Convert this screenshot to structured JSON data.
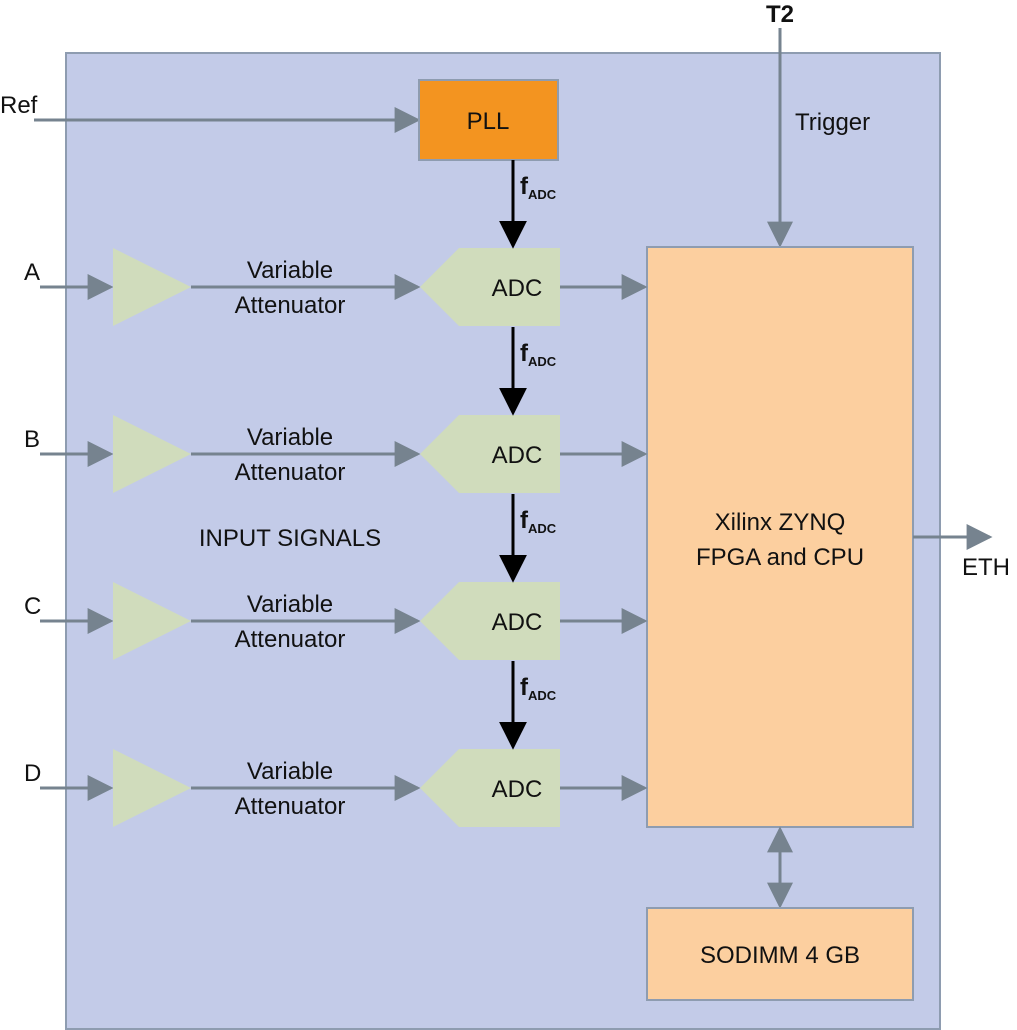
{
  "colors": {
    "panel_fill": "#c3cbe8",
    "panel_stroke": "#8e9cb0",
    "pll_fill": "#f39420",
    "fpga_fill": "#fccf9f",
    "sodimm_fill": "#fccf9f",
    "amp_fill": "#d0dcbc",
    "gray_line": "#76838f",
    "clock_line": "#000000"
  },
  "external": {
    "ref_label": "Ref",
    "t2_label": "T2",
    "eth_label": "ETH"
  },
  "pll": {
    "label": "PLL"
  },
  "trigger": {
    "label": "Trigger"
  },
  "clock": {
    "f_main": "f",
    "f_sub": "ADC"
  },
  "input_signals_label": "INPUT SIGNALS",
  "channels": [
    {
      "input_label": "A",
      "attenuator_line1": "Variable",
      "attenuator_line2": "Attenuator",
      "adc_label": "ADC"
    },
    {
      "input_label": "B",
      "attenuator_line1": "Variable",
      "attenuator_line2": "Attenuator",
      "adc_label": "ADC"
    },
    {
      "input_label": "C",
      "attenuator_line1": "Variable",
      "attenuator_line2": "Attenuator",
      "adc_label": "ADC"
    },
    {
      "input_label": "D",
      "attenuator_line1": "Variable",
      "attenuator_line2": "Attenuator",
      "adc_label": "ADC"
    }
  ],
  "fpga": {
    "line1": "Xilinx ZYNQ",
    "line2": "FPGA and CPU"
  },
  "sodimm": {
    "label": "SODIMM 4 GB"
  }
}
